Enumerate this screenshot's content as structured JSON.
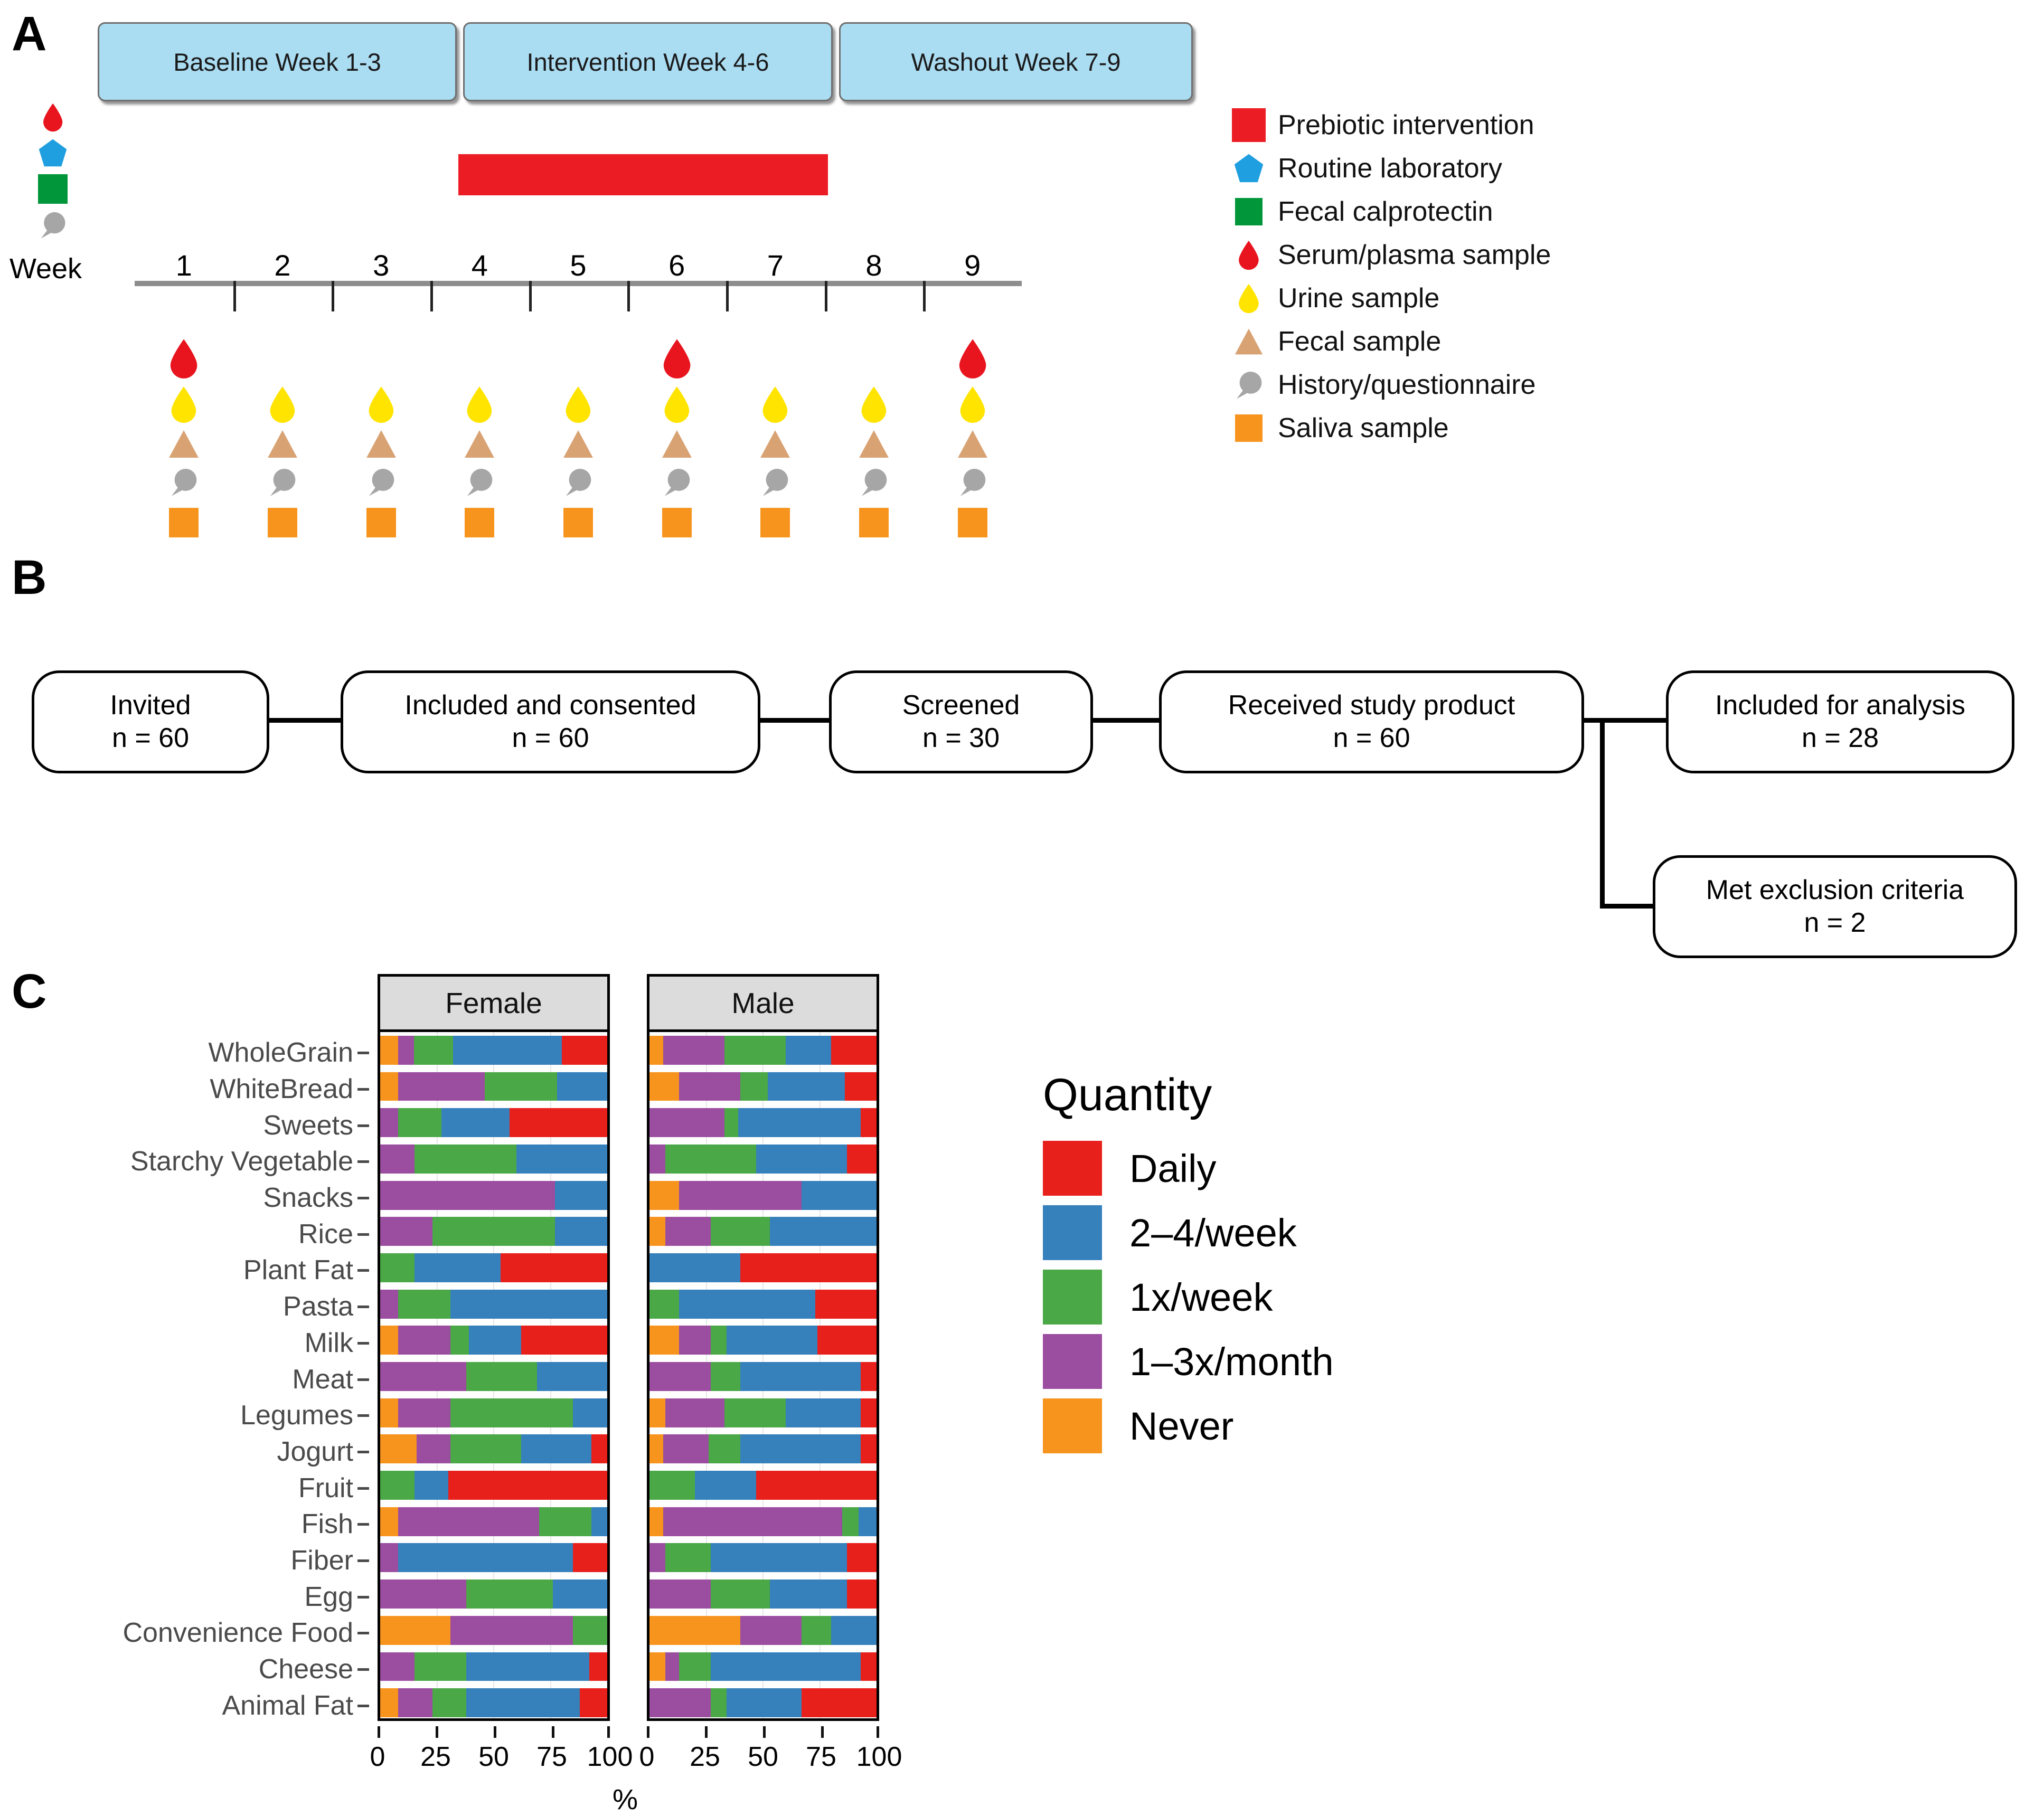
{
  "panels": {
    "a_letter": "A",
    "b_letter": "B",
    "c_letter": "C"
  },
  "panel_a": {
    "phases": [
      {
        "label": "Baseline Week 1-3"
      },
      {
        "label": "Intervention Week  4-6"
      },
      {
        "label": "Washout Week 7-9"
      }
    ],
    "week_axis_label": "Week",
    "weeks": [
      "1",
      "2",
      "3",
      "4",
      "5",
      "6",
      "7",
      "8",
      "9"
    ],
    "intervention_weeks": [
      4,
      5,
      6
    ],
    "left_margin_icons": [
      "serum-drop-icon",
      "routine-lab-pentagon-icon",
      "fecal-calprotectin-square-icon",
      "questionnaire-bubble-icon"
    ],
    "legend": [
      {
        "symbol": "square",
        "color": "#eb1c24",
        "label": "Prebiotic intervention"
      },
      {
        "symbol": "pentagon",
        "color": "#1f9fe0",
        "label": "Routine laboratory"
      },
      {
        "symbol": "square",
        "color": "#009639",
        "label": "Fecal calprotectin"
      },
      {
        "symbol": "drop",
        "color": "#e8151f",
        "label": "Serum/plasma sample"
      },
      {
        "symbol": "drop",
        "color": "#ffe400",
        "label": "Urine sample"
      },
      {
        "symbol": "triangle",
        "color": "#d9a273",
        "label": "Fecal sample"
      },
      {
        "symbol": "bubble",
        "color": "#a6a6a6",
        "label": "History/questionnaire"
      },
      {
        "symbol": "square",
        "color": "#f7941e",
        "label": "Saliva sample"
      }
    ],
    "sampling_rows": [
      {
        "name": "serum-plasma-sample",
        "symbol": "drop",
        "color": "#e8151f",
        "weeks": [
          1,
          6,
          9
        ]
      },
      {
        "name": "urine-sample",
        "symbol": "drop",
        "color": "#ffe400",
        "weeks": [
          1,
          2,
          3,
          4,
          5,
          6,
          7,
          8,
          9
        ]
      },
      {
        "name": "fecal-sample",
        "symbol": "triangle",
        "color": "#d9a273",
        "weeks": [
          1,
          2,
          3,
          4,
          5,
          6,
          7,
          8,
          9
        ]
      },
      {
        "name": "history-questionnaire",
        "symbol": "bubble",
        "color": "#a6a6a6",
        "weeks": [
          1,
          2,
          3,
          4,
          5,
          6,
          7,
          8,
          9
        ]
      },
      {
        "name": "saliva-sample",
        "symbol": "square",
        "color": "#f7941e",
        "weeks": [
          1,
          2,
          3,
          4,
          5,
          6,
          7,
          8,
          9
        ]
      }
    ]
  },
  "panel_b": {
    "nodes": [
      {
        "title": "Invited",
        "count": "n = 60"
      },
      {
        "title": "Included and consented",
        "count": "n = 60"
      },
      {
        "title": "Screened",
        "count": "n = 30"
      },
      {
        "title": "Received study product",
        "count": "n = 60"
      },
      {
        "title": "Included for analysis",
        "count": "n = 28"
      },
      {
        "title": "Met exclusion criteria",
        "count": "n = 2"
      }
    ]
  },
  "panel_c": {
    "legend_title": "Quantity",
    "facets": [
      "Female",
      "Male"
    ],
    "x_axis_title": "%"
  },
  "chart_data": {
    "type": "bar",
    "subtype": "stacked-horizontal-percent",
    "title": "",
    "xlabel": "%",
    "ylabel": "",
    "xlim": [
      0,
      100
    ],
    "xticks": [
      0,
      25,
      50,
      75,
      100
    ],
    "grid": true,
    "legend_title": "Quantity",
    "legend_position": "right",
    "facets": [
      "Female",
      "Male"
    ],
    "series": [
      {
        "name": "Daily",
        "color": "#e8201c"
      },
      {
        "name": "2–4/week",
        "color": "#3680bb"
      },
      {
        "name": "1x/week",
        "color": "#4ba847"
      },
      {
        "name": "1–3x/month",
        "color": "#9b4da0"
      },
      {
        "name": "Never",
        "color": "#f7941e"
      }
    ],
    "stack_order_left_to_right": [
      "Never",
      "1–3x/month",
      "1x/week",
      "2–4/week",
      "Daily"
    ],
    "categories": [
      "WholeGrain",
      "WhiteBread",
      "Sweets",
      "Starchy Vegetable",
      "Snacks",
      "Rice",
      "Plant Fat",
      "Pasta",
      "Milk",
      "Meat",
      "Legumes",
      "Jogurt",
      "Fruit",
      "Fish",
      "Fiber",
      "Egg",
      "Convenience Food",
      "Cheese",
      "Animal Fat"
    ],
    "Female": {
      "WholeGrain": {
        "Never": 8,
        "1–3x/month": 7,
        "1x/week": 17,
        "2–4/week": 48,
        "Daily": 20
      },
      "WhiteBread": {
        "Never": 8,
        "1–3x/month": 38,
        "1x/week": 32,
        "2–4/week": 22,
        "Daily": 0
      },
      "Sweets": {
        "Never": 0,
        "1–3x/month": 8,
        "1x/week": 19,
        "2–4/week": 30,
        "Daily": 43
      },
      "Starchy Vegetable": {
        "Never": 0,
        "1–3x/month": 15,
        "1x/week": 45,
        "2–4/week": 40,
        "Daily": 0
      },
      "Snacks": {
        "Never": 0,
        "1–3x/month": 77,
        "1x/week": 0,
        "2–4/week": 23,
        "Daily": 0
      },
      "Rice": {
        "Never": 0,
        "1–3x/month": 23,
        "1x/week": 54,
        "2–4/week": 23,
        "Daily": 0
      },
      "Plant Fat": {
        "Never": 0,
        "1–3x/month": 0,
        "1x/week": 15,
        "2–4/week": 38,
        "Daily": 47
      },
      "Pasta": {
        "Never": 0,
        "1–3x/month": 8,
        "1x/week": 23,
        "2–4/week": 69,
        "Daily": 0
      },
      "Milk": {
        "Never": 8,
        "1–3x/month": 23,
        "1x/week": 8,
        "2–4/week": 23,
        "Daily": 38
      },
      "Meat": {
        "Never": 0,
        "1–3x/month": 38,
        "1x/week": 31,
        "2–4/week": 31,
        "Daily": 0
      },
      "Legumes": {
        "Never": 8,
        "1–3x/month": 23,
        "1x/week": 54,
        "2–4/week": 15,
        "Daily": 0
      },
      "Jogurt": {
        "Never": 16,
        "1–3x/month": 15,
        "1x/week": 31,
        "2–4/week": 31,
        "Daily": 7
      },
      "Fruit": {
        "Never": 0,
        "1–3x/month": 0,
        "1x/week": 15,
        "2–4/week": 15,
        "Daily": 70
      },
      "Fish": {
        "Never": 8,
        "1–3x/month": 62,
        "1x/week": 23,
        "2–4/week": 7,
        "Daily": 0
      },
      "Fiber": {
        "Never": 0,
        "1–3x/month": 8,
        "1x/week": 0,
        "2–4/week": 77,
        "Daily": 15
      },
      "Egg": {
        "Never": 0,
        "1–3x/month": 38,
        "1x/week": 38,
        "2–4/week": 24,
        "Daily": 0
      },
      "Convenience Food": {
        "Never": 31,
        "1–3x/month": 54,
        "1x/week": 15,
        "2–4/week": 0,
        "Daily": 0
      },
      "Cheese": {
        "Never": 0,
        "1–3x/month": 15,
        "1x/week": 23,
        "2–4/week": 54,
        "Daily": 8
      },
      "Animal Fat": {
        "Never": 8,
        "1–3x/month": 15,
        "1x/week": 15,
        "2–4/week": 50,
        "Daily": 12
      }
    },
    "Male": {
      "WholeGrain": {
        "Never": 6,
        "1–3x/month": 27,
        "1x/week": 27,
        "2–4/week": 20,
        "Daily": 20
      },
      "WhiteBread": {
        "Never": 13,
        "1–3x/month": 27,
        "1x/week": 12,
        "2–4/week": 34,
        "Daily": 14
      },
      "Sweets": {
        "Never": 0,
        "1–3x/month": 33,
        "1x/week": 6,
        "2–4/week": 54,
        "Daily": 7
      },
      "Starchy Vegetable": {
        "Never": 0,
        "1–3x/month": 7,
        "1x/week": 40,
        "2–4/week": 40,
        "Daily": 13
      },
      "Snacks": {
        "Never": 13,
        "1–3x/month": 54,
        "1x/week": 0,
        "2–4/week": 33,
        "Daily": 0
      },
      "Rice": {
        "Never": 7,
        "1–3x/month": 20,
        "1x/week": 26,
        "2–4/week": 47,
        "Daily": 0
      },
      "Plant Fat": {
        "Never": 0,
        "1–3x/month": 0,
        "1x/week": 0,
        "2–4/week": 40,
        "Daily": 60
      },
      "Pasta": {
        "Never": 0,
        "1–3x/month": 0,
        "1x/week": 13,
        "2–4/week": 60,
        "Daily": 27
      },
      "Milk": {
        "Never": 13,
        "1–3x/month": 14,
        "1x/week": 7,
        "2–4/week": 40,
        "Daily": 26
      },
      "Meat": {
        "Never": 0,
        "1–3x/month": 27,
        "1x/week": 13,
        "2–4/week": 53,
        "Daily": 7
      },
      "Legumes": {
        "Never": 7,
        "1–3x/month": 26,
        "1x/week": 27,
        "2–4/week": 33,
        "Daily": 7
      },
      "Jogurt": {
        "Never": 6,
        "1–3x/month": 20,
        "1x/week": 14,
        "2–4/week": 53,
        "Daily": 7
      },
      "Fruit": {
        "Never": 0,
        "1–3x/month": 0,
        "1x/week": 20,
        "2–4/week": 27,
        "Daily": 53
      },
      "Fish": {
        "Never": 6,
        "1–3x/month": 79,
        "1x/week": 7,
        "2–4/week": 8,
        "Daily": 0
      },
      "Fiber": {
        "Never": 0,
        "1–3x/month": 7,
        "1x/week": 20,
        "2–4/week": 60,
        "Daily": 13
      },
      "Egg": {
        "Never": 0,
        "1–3x/month": 27,
        "1x/week": 26,
        "2–4/week": 34,
        "Daily": 13
      },
      "Convenience Food": {
        "Never": 40,
        "1–3x/month": 27,
        "1x/week": 13,
        "2–4/week": 20,
        "Daily": 0
      },
      "Cheese": {
        "Never": 7,
        "1–3x/month": 6,
        "1x/week": 14,
        "2–4/week": 66,
        "Daily": 7
      },
      "Animal Fat": {
        "Never": 0,
        "1–3x/month": 27,
        "1x/week": 7,
        "2–4/week": 33,
        "Daily": 33
      }
    }
  }
}
